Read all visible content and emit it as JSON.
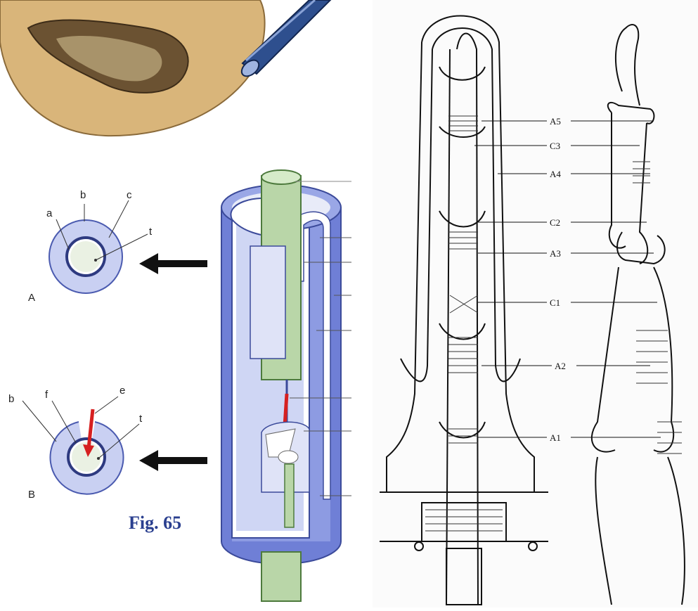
{
  "sheath_diagram": {
    "cross_section_A": {
      "panel_label": "A",
      "labels": [
        "a",
        "b",
        "c",
        "t"
      ]
    },
    "cross_section_B": {
      "panel_label": "B",
      "labels": [
        "b",
        "f",
        "e",
        "t"
      ]
    },
    "figure_caption": "Fig. 65"
  },
  "finger_diagram": {
    "pulley_labels": [
      "A5",
      "C3",
      "A4",
      "C2",
      "A3",
      "C1",
      "A2",
      "A1"
    ]
  },
  "colors": {
    "sheath_blue": "#6f7fd6",
    "sheath_light": "#c9d0f2",
    "tendon_green": "#b9d6a8",
    "arrow_red": "#d62020",
    "bone_tan": "#d9b57a",
    "caption_blue": "#2a3f8f"
  },
  "icons": [
    "left-arrow-icon",
    "red-tear-arrow-icon"
  ]
}
